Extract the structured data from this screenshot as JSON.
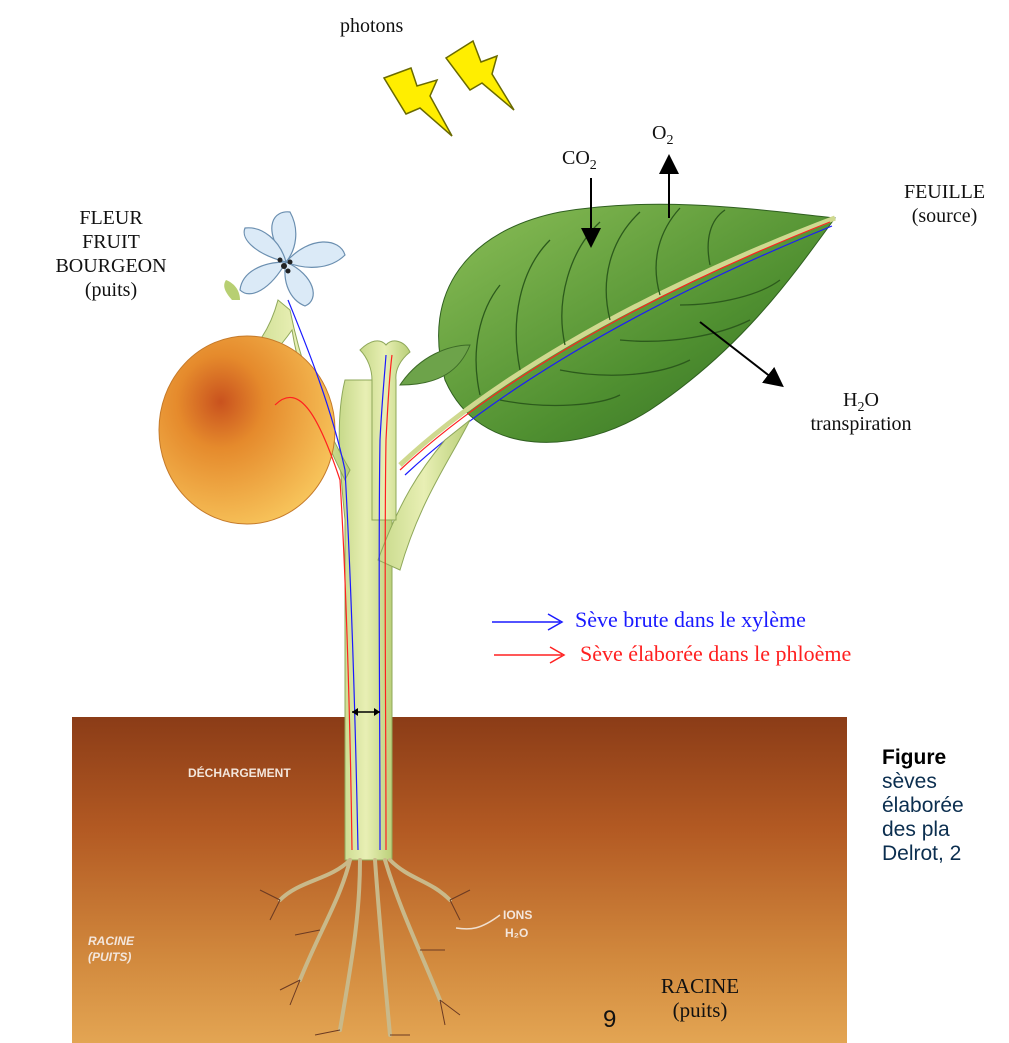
{
  "labels": {
    "photons": "photons",
    "co2_main": "CO",
    "co2_sub": "2",
    "o2_main": "O",
    "o2_sub": "2",
    "feuille": "FEUILLE",
    "feuille_role": "(source)",
    "fleur": "FLEUR",
    "fruit": "FRUIT",
    "bourgeon": "BOURGEON",
    "puits": "(puits)",
    "h2o_a": "H",
    "h2o_sub": "2",
    "h2o_b": "O",
    "transpiration": "transpiration",
    "racine": "RACINE",
    "racine_role": "(puits)",
    "page_number": "9"
  },
  "legend": {
    "xylem": "Sève brute dans le xylème",
    "phloem": "Sève élaborée dans le phloème"
  },
  "soil": {
    "dechargement": "DÉCHARGEMENT",
    "racine": "RACINE",
    "puits": "(PUITS)",
    "ions": "IONS",
    "h2o": "H₂O"
  },
  "caption": {
    "figure": "Figure",
    "line1": "sèves",
    "line2": "élaborée",
    "line3": "des pla",
    "line4": "Delrot, 2"
  },
  "colors": {
    "xylem": "#1a1aff",
    "phloem": "#ff2020",
    "lightning": "#ffee00",
    "leaf": "#5f9e3a",
    "soil": "#a8501f",
    "fruit": "#f2a43a"
  }
}
